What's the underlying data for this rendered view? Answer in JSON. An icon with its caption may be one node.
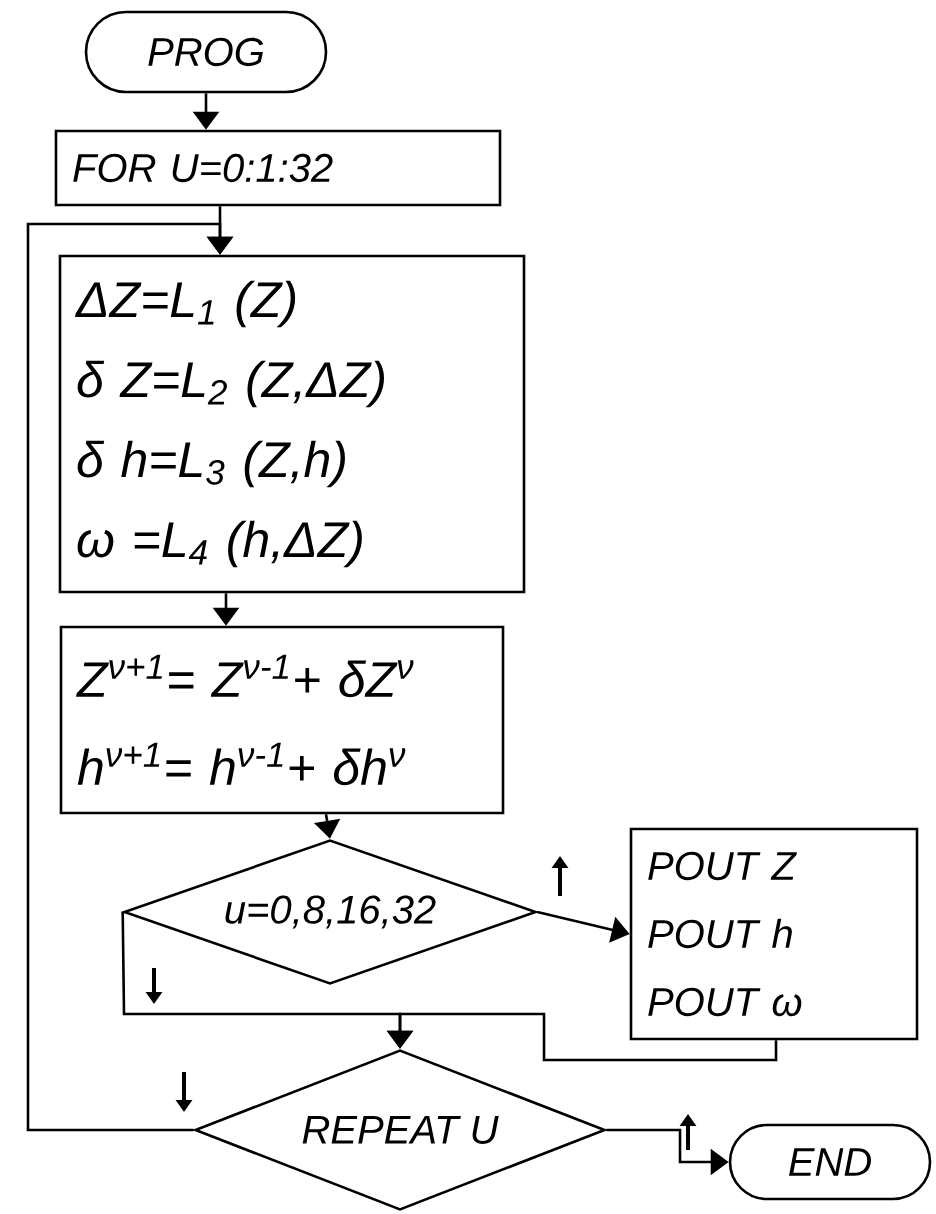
{
  "diagram": {
    "nodes": [
      {
        "text": [
          "PROG"
        ]
      },
      {
        "text": [
          "FOR U=0:1:32"
        ]
      },
      {
        "text": [
          "ΔZ=L$_{1}$ (Z)",
          "δ Z=L$_{2}$ (Z,ΔZ)",
          "δ h=L$_{3}$ (Z,h)",
          "ω =L$_{4}$ (h,ΔZ)"
        ]
      },
      {
        "text": [
          "Z$^{ν+1}$= Z$^{ν-1}$+ δZ$^{ν}$",
          "h$^{ν+1}$= h$^{ν-1}$+ δh$^{ν}$"
        ]
      },
      {
        "text": [
          "u=0,8,16,32"
        ]
      },
      {
        "text": [
          "POUT Z",
          "POUT h",
          "POUT ω"
        ]
      },
      {
        "text": [
          "REPEAT U"
        ]
      },
      {
        "text": [
          "END"
        ]
      }
    ],
    "edges": [
      {
        "from": 0,
        "to": 1,
        "arrow": "to"
      },
      {
        "from": 1,
        "to": 2,
        "arrow": "to"
      },
      {
        "from": 2,
        "to": 3,
        "arrow": "to"
      },
      {
        "from": 3,
        "to": 4,
        "arrow": "to"
      },
      {
        "from": 4,
        "to": 5,
        "arrow": "to"
      },
      {
        "from": 4,
        "to": 6,
        "arrow": "to"
      },
      {
        "from": 5,
        "to": 6,
        "arrow": "to"
      },
      {
        "from": 6,
        "to": 2,
        "arrow": "to"
      },
      {
        "from": 6,
        "to": 7,
        "arrow": "to"
      }
    ]
  }
}
